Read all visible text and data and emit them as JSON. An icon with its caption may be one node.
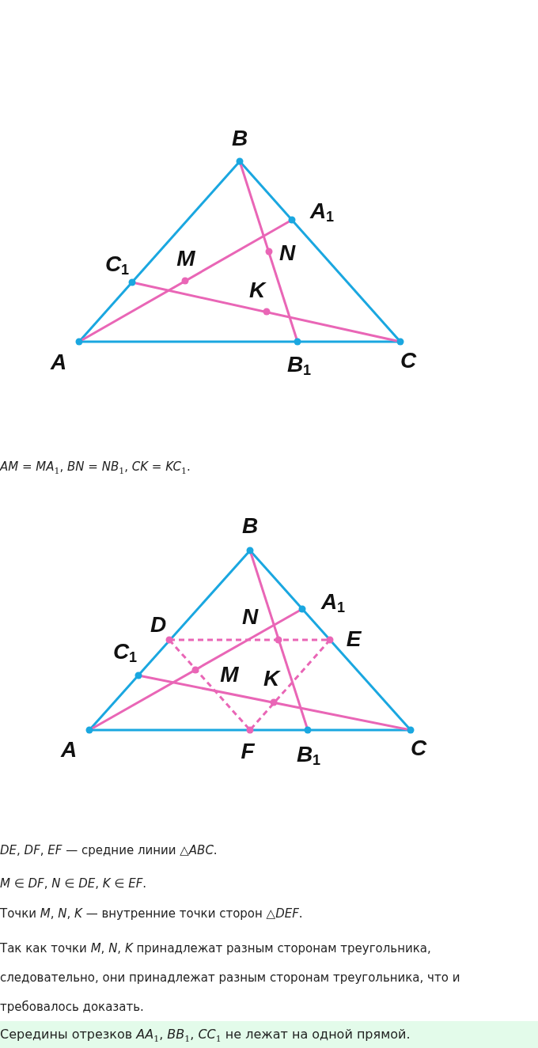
{
  "diagram": {
    "labels": [
      "B",
      "A$_{1}$",
      "C$_{1}$",
      "M",
      "N",
      "K",
      "A",
      "B$_{1}$",
      "C",
      "*AM* = *MA*$_{1}$, *BN* = *NB*$_{1}$, *CK* = *KC*$_{1}$.",
      "B",
      "A$_{1}$",
      "D",
      "N",
      "E",
      "C$_{1}$",
      "M",
      "K",
      "A",
      "F",
      "B$_{1}$",
      "C",
      "*DE*, *DF*, *EF* — средние линии △*ABC*.",
      "*M* ∈ *DF*, *N* ∈ *DE*, *K* ∈ *EF*.",
      "Точки *M*, *N*, *K* — внутренние точки сторон △*DEF*.",
      "Так как точки *M*, *N*, *K* принадлежат разным сторонам треугольника, следовательно, они принадлежат разным сторонам треугольника, что и требовалось доказать.",
      "Середины отрезков *AA*$_{1}$, *BB*$_{1}$, *CC*$_{1}$ не лежат на одной прямой."
    ]
  }
}
